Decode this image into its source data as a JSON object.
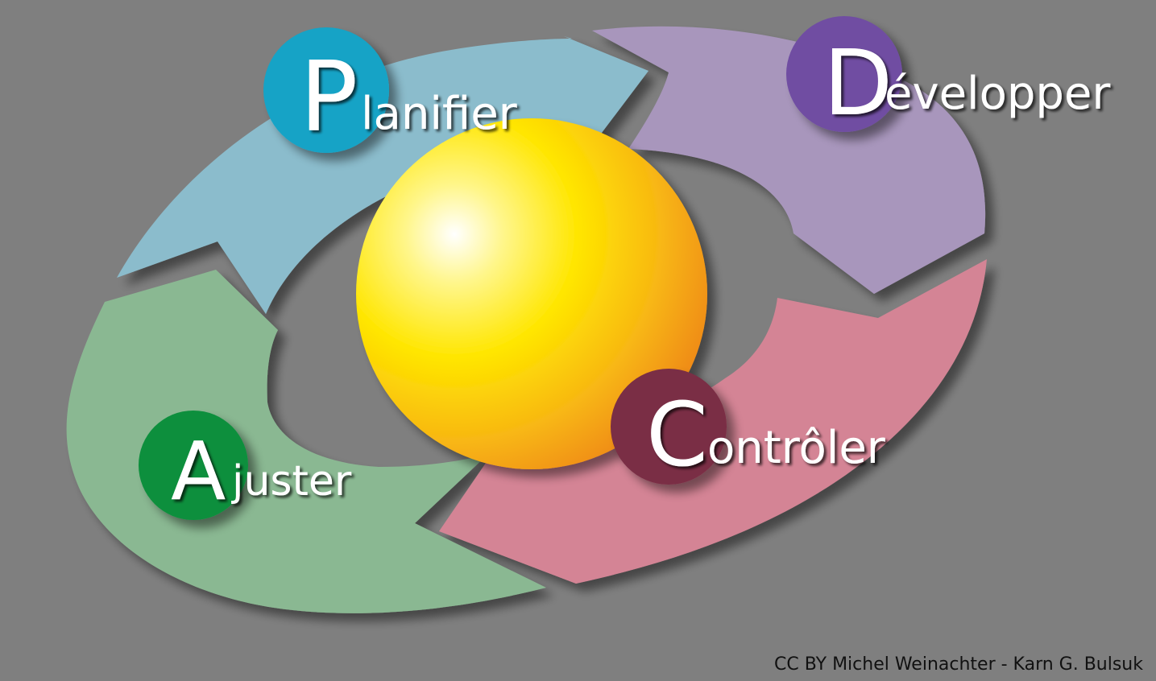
{
  "phases": [
    {
      "key": "plan",
      "initial": "P",
      "rest": "lanifier",
      "color": "#8bbccc",
      "badge": "#13a3c6"
    },
    {
      "key": "do",
      "initial": "D",
      "rest": "évelopper",
      "color": "#a896bc",
      "badge": "#6f4ea2"
    },
    {
      "key": "check",
      "initial": "C",
      "rest": "ontrôler",
      "color": "#d48495",
      "badge": "#7a2d45"
    },
    {
      "key": "act",
      "initial": "A",
      "rest": "juster",
      "color": "#8ab892",
      "badge": "#0f8f3e"
    }
  ],
  "credit": "CC BY Michel Weinachter - Karn G. Bulsuk"
}
